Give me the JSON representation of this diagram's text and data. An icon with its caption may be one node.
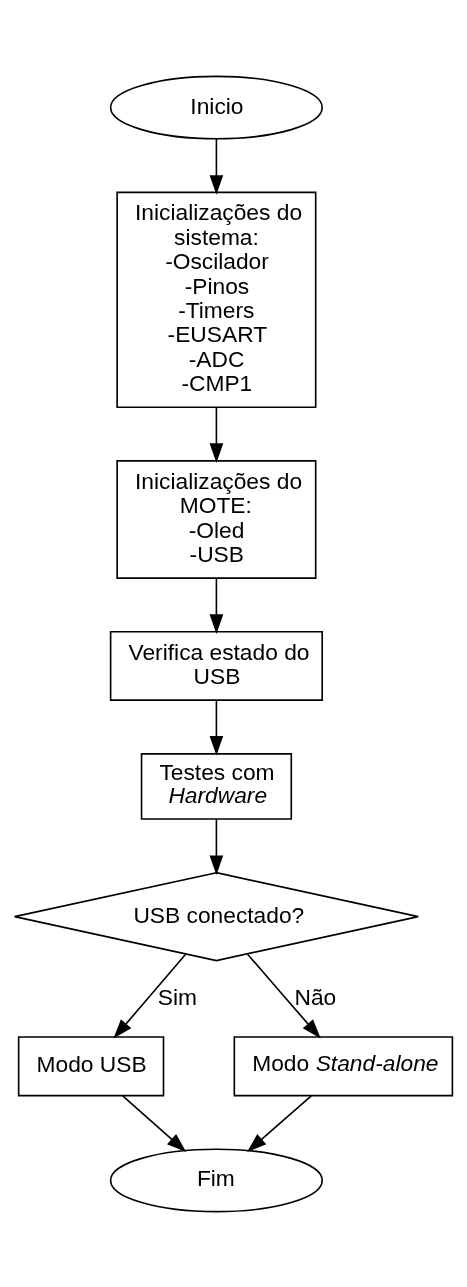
{
  "diagram": {
    "nodes": [
      {
        "text": [
          "Inicio"
        ]
      },
      {
        "text": [
          "Inicializações do sistema:",
          "-Oscilador",
          "-Pinos",
          "-Timers",
          "-EUSART",
          "-ADC",
          "-CMP1"
        ]
      },
      {
        "text": [
          "Inicializações do MOTE:",
          "-Oled",
          "-USB"
        ]
      },
      {
        "text": [
          "Verifica estado do USB"
        ]
      },
      {
        "text": [
          "Testes com *Hardware*"
        ]
      },
      {
        "text": [
          "USB conectado?"
        ]
      },
      {
        "text": [
          "Modo USB"
        ]
      },
      {
        "text": [
          "Modo *Stand-alone*"
        ]
      },
      {
        "text": [
          "Fim"
        ]
      }
    ],
    "edges": [
      {
        "from": 0,
        "to": 1,
        "arrow": "to"
      },
      {
        "from": 1,
        "to": 2,
        "arrow": "to"
      },
      {
        "from": 2,
        "to": 3,
        "arrow": "to"
      },
      {
        "from": 3,
        "to": 4,
        "arrow": "to"
      },
      {
        "from": 4,
        "to": 5,
        "arrow": "to"
      },
      {
        "from": 5,
        "to": 6,
        "label": "Sim",
        "arrow": "to"
      },
      {
        "from": 5,
        "to": 7,
        "label": "Não",
        "arrow": "to"
      },
      {
        "from": 6,
        "to": 8,
        "arrow": "to"
      },
      {
        "from": 7,
        "to": 8,
        "arrow": "to"
      }
    ]
  }
}
